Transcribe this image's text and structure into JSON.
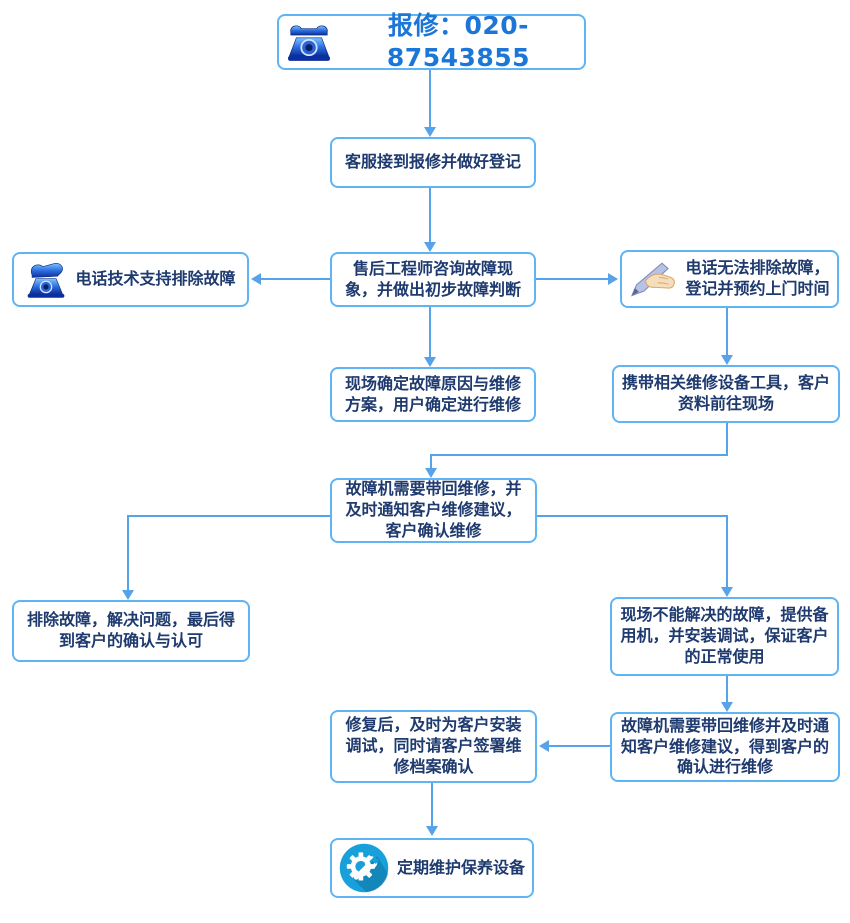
{
  "colors": {
    "border": "#5fb5f3",
    "line": "#57a3ea",
    "text": "#1e3a6e",
    "hotline": "#1b76d8",
    "circle": "#17a0d9"
  },
  "nodes": {
    "hotline": {
      "label": "报修：020-87543855",
      "icon": "telephone-icon"
    },
    "register": {
      "label": "客服接到报修并做好登记"
    },
    "diagnose": {
      "label": "售后工程师咨询故障现象，并做出初步故障判断"
    },
    "phone_support": {
      "label": "电话技术支持排除故障",
      "icon": "telephone-handset-icon"
    },
    "appointment": {
      "label": "电话无法排除故障，登记并预约上门时间",
      "icon": "writing-hand-icon"
    },
    "onsite_plan": {
      "label": "现场确定故障原因与维修方案，用户确定进行维修"
    },
    "bring_tools": {
      "label": "携带相关维修设备工具，客户资料前往现场"
    },
    "bring_back_confirm": {
      "label": "故障机需要带回维修，并及时通知客户维修建议，客户确认维修"
    },
    "resolved": {
      "label": "排除故障，解决问题，最后得到客户的确认与认可"
    },
    "backup_machine": {
      "label": "现场不能解决的故障，提供备用机，并安装调试，保证客户的正常使用"
    },
    "bring_back_repair": {
      "label": "故障机需要带回维修并及时通知客户维修建议，得到客户的确认进行维修"
    },
    "reinstall_sign": {
      "label": "修复后，及时为客户安装调试，同时请客户签署维修档案确认"
    },
    "maintenance": {
      "label": "定期维护保养设备",
      "icon": "gear-wrench-icon"
    }
  }
}
